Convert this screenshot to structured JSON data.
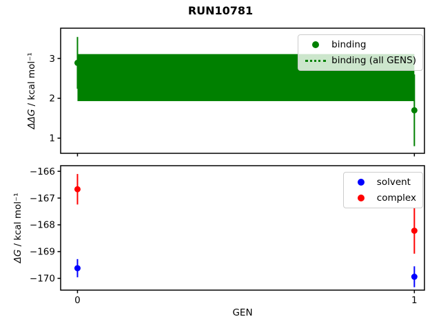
{
  "title": "RUN10781",
  "colors": {
    "binding": "#008000",
    "solvent": "#0000ff",
    "complex": "#ff0000",
    "frame": "#000000",
    "legend_border": "#cccccc"
  },
  "x_axis": {
    "label": "GEN",
    "ticks": [
      0,
      1
    ]
  },
  "chart_data": [
    {
      "type": "scatter",
      "panel": "binding",
      "ylabel": "ΔΔG / kcal mol⁻¹",
      "xlabel": "",
      "xlim": [
        -0.05,
        1.03
      ],
      "ylim": [
        0.62,
        3.76
      ],
      "yticks": [
        1,
        2,
        3
      ],
      "xticks": [
        0,
        1
      ],
      "x_tick_labels_visible": false,
      "grid": false,
      "series": [
        {
          "name": "binding",
          "color": "#008000",
          "marker": "circle",
          "x": [
            0,
            1
          ],
          "y": [
            2.89,
            1.7
          ],
          "yerr": [
            0.65,
            0.9
          ]
        }
      ],
      "band": {
        "name": "binding (all GENS)",
        "color": "#008000",
        "center": 2.52,
        "lo": 1.93,
        "hi": 3.11,
        "x_range": [
          0,
          1
        ],
        "line_style": "dotted"
      },
      "legend": {
        "position": "upper right",
        "entries": [
          {
            "label": "binding",
            "marker": "circle",
            "color": "#008000"
          },
          {
            "label": "binding (all GENS)",
            "marker": "dotted-line",
            "color": "#008000"
          }
        ]
      }
    },
    {
      "type": "scatter",
      "panel": "absolute",
      "ylabel": "ΔG / kcal mol⁻¹",
      "xlabel": "GEN",
      "xlim": [
        -0.05,
        1.03
      ],
      "ylim": [
        -170.44,
        -165.79
      ],
      "yticks": [
        -170,
        -169,
        -168,
        -167,
        -166
      ],
      "xticks": [
        0,
        1
      ],
      "x_tick_labels_visible": true,
      "grid": false,
      "series": [
        {
          "name": "solvent",
          "color": "#0000ff",
          "marker": "circle",
          "x": [
            0,
            1
          ],
          "y": [
            -169.62,
            -169.94
          ],
          "yerr": [
            0.34,
            0.39
          ]
        },
        {
          "name": "complex",
          "color": "#ff0000",
          "marker": "circle",
          "x": [
            0,
            1
          ],
          "y": [
            -166.67,
            -168.22
          ],
          "yerr": [
            0.57,
            0.86
          ]
        }
      ],
      "legend": {
        "position": "upper right",
        "entries": [
          {
            "label": "solvent",
            "marker": "circle",
            "color": "#0000ff"
          },
          {
            "label": "complex",
            "marker": "circle",
            "color": "#ff0000"
          }
        ]
      }
    }
  ]
}
